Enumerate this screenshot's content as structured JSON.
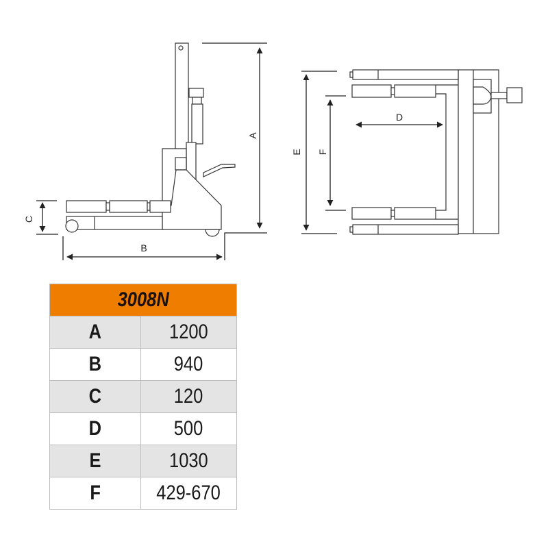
{
  "diagram": {
    "side_view_labels": {
      "A": "A",
      "B": "B",
      "C": "C"
    },
    "top_view_labels": {
      "D": "D",
      "E": "E",
      "F": "F"
    }
  },
  "table": {
    "model": "3008N",
    "header_color": "#ef7d00",
    "rows": [
      {
        "key": "A",
        "value": "1200"
      },
      {
        "key": "B",
        "value": "940"
      },
      {
        "key": "C",
        "value": "120"
      },
      {
        "key": "D",
        "value": "500"
      },
      {
        "key": "E",
        "value": "1030"
      },
      {
        "key": "F",
        "value": "429-670"
      }
    ]
  }
}
